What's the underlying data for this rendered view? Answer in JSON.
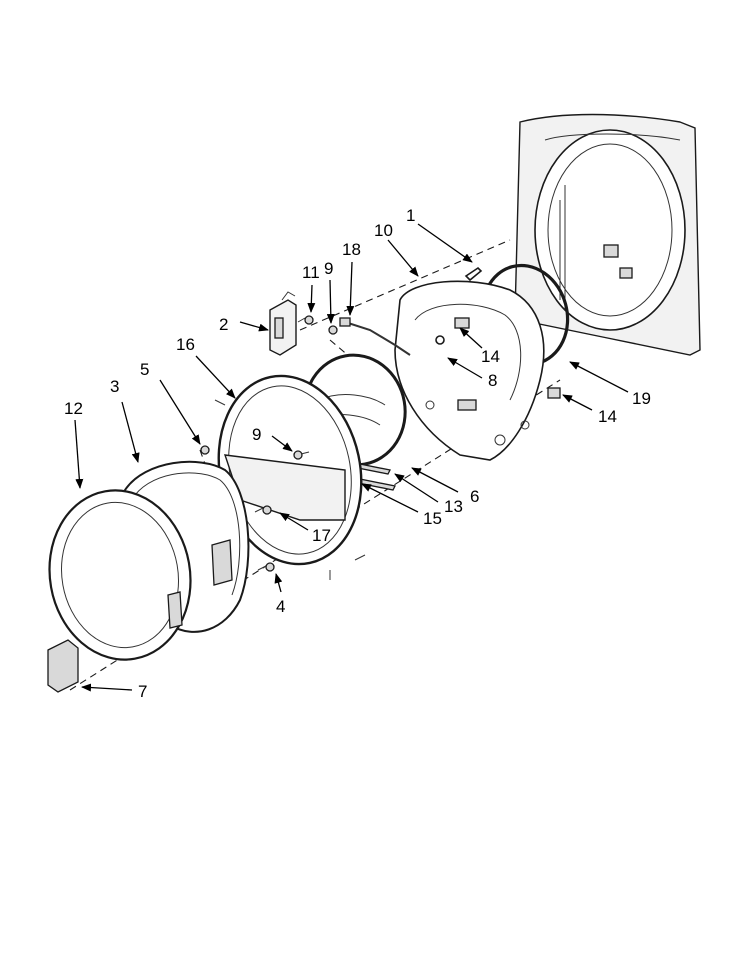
{
  "callouts": [
    {
      "id": "c1",
      "label": "1"
    },
    {
      "id": "c2",
      "label": "2"
    },
    {
      "id": "c3",
      "label": "3"
    },
    {
      "id": "c4",
      "label": "4"
    },
    {
      "id": "c5",
      "label": "5"
    },
    {
      "id": "c6",
      "label": "6"
    },
    {
      "id": "c7",
      "label": "7"
    },
    {
      "id": "c8",
      "label": "8"
    },
    {
      "id": "c9a",
      "label": "9"
    },
    {
      "id": "c9b",
      "label": "9"
    },
    {
      "id": "c10",
      "label": "10"
    },
    {
      "id": "c11",
      "label": "11"
    },
    {
      "id": "c12",
      "label": "12"
    },
    {
      "id": "c13",
      "label": "13"
    },
    {
      "id": "c14a",
      "label": "14"
    },
    {
      "id": "c14b",
      "label": "14"
    },
    {
      "id": "c15",
      "label": "15"
    },
    {
      "id": "c16",
      "label": "16"
    },
    {
      "id": "c17",
      "label": "17"
    },
    {
      "id": "c18",
      "label": "18"
    },
    {
      "id": "c19",
      "label": "19"
    }
  ]
}
